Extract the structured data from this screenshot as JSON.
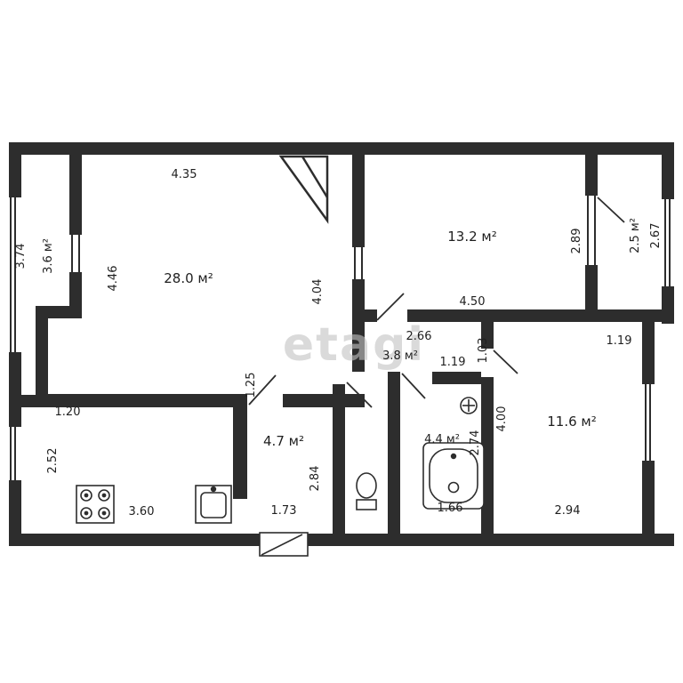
{
  "watermark": "etagi",
  "rooms": {
    "living": "28.0 м²",
    "bedroom": "13.2 м²",
    "balcony_left": "3.6 м²",
    "balcony_right": "2.5 м²",
    "hall": "3.8 м²",
    "bedroom2": "11.6 м²",
    "corridor": "4.7 м²",
    "bathroom": "4.4 м²"
  },
  "dims": {
    "d435": "4.35",
    "d374": "3.74",
    "d446": "4.46",
    "d404": "4.04",
    "d289": "2.89",
    "d267": "2.67",
    "d450": "4.50",
    "d266": "2.66",
    "d119a": "1.19",
    "d103": "1.03",
    "d119b": "1.19",
    "d125": "1.25",
    "d120": "1.20",
    "d252": "2.52",
    "d284": "2.84",
    "d274": "2.74",
    "d400": "4.00",
    "d360": "3.60",
    "d173": "1.73",
    "d166": "1.66",
    "d294": "2.94"
  },
  "colors": {
    "wall": "#2d2d2d",
    "text": "#1f1f1f",
    "watermark": "#c3c3c3"
  }
}
